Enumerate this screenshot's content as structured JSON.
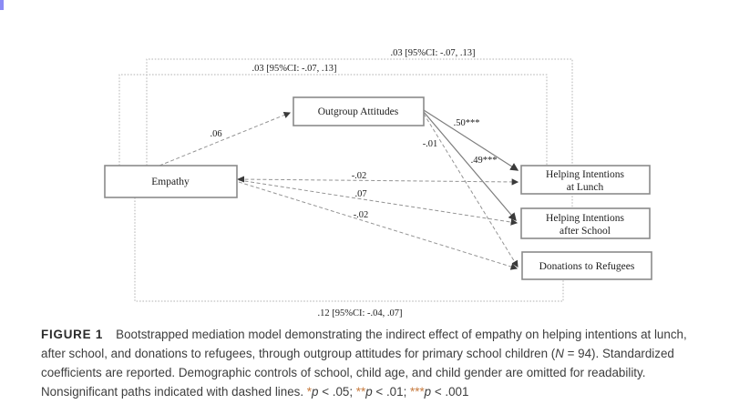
{
  "artifact": {
    "corner_color": "#8b8bf5"
  },
  "colors": {
    "asterisk_accent": "#c77b3f",
    "box_border": "#8a8a8a",
    "solid_path": "#7d7d7d",
    "dashed_path": "#949494",
    "dotted_route": "#b3b3b3"
  },
  "diagram": {
    "boxes": {
      "empathy": {
        "label": "Empathy"
      },
      "outgroup": {
        "label": "Outgroup Attitudes"
      },
      "lunch": {
        "line1": "Helping Intentions",
        "line2": "at Lunch"
      },
      "after_school": {
        "line1": "Helping Intentions",
        "line2": "after School"
      },
      "donations": {
        "label": "Donations to Refugees"
      }
    },
    "coefficients": {
      "empathy_outgroup": ".06",
      "outgroup_lunch": ".50***",
      "outgroup_after_school": ".49***",
      "outgroup_donations": "-.01",
      "empathy_lunch": "-.02",
      "empathy_after_school": ".07",
      "empathy_donations": "-.02"
    },
    "indirect_effects": {
      "lunch_ci": ".03 [95%CI: -.07, .13]",
      "after_school_ci": ".03 [95%CI: -.07, .13]",
      "donations_ci": ".12 [95%CI: -.04, .07]"
    }
  },
  "caption": {
    "figure_label": "FIGURE 1",
    "body": "Bootstrapped mediation model demonstrating the indirect effect of empathy on helping intentions at lunch, after school, and donations to refugees, through outgroup attitudes for primary school children (",
    "n_italic": "N",
    "after_n": " = 94). Standardized coefficients are reported. Demographic controls of school, child age, and child gender are omitted for readability. Nonsignificant paths indicated with dashed lines. ",
    "sig": [
      {
        "stars": "*",
        "p": "p",
        "rest": " < .05; "
      },
      {
        "stars": "**",
        "p": "p",
        "rest": " < .01; "
      },
      {
        "stars": "***",
        "p": "p",
        "rest": " < .001"
      }
    ]
  }
}
